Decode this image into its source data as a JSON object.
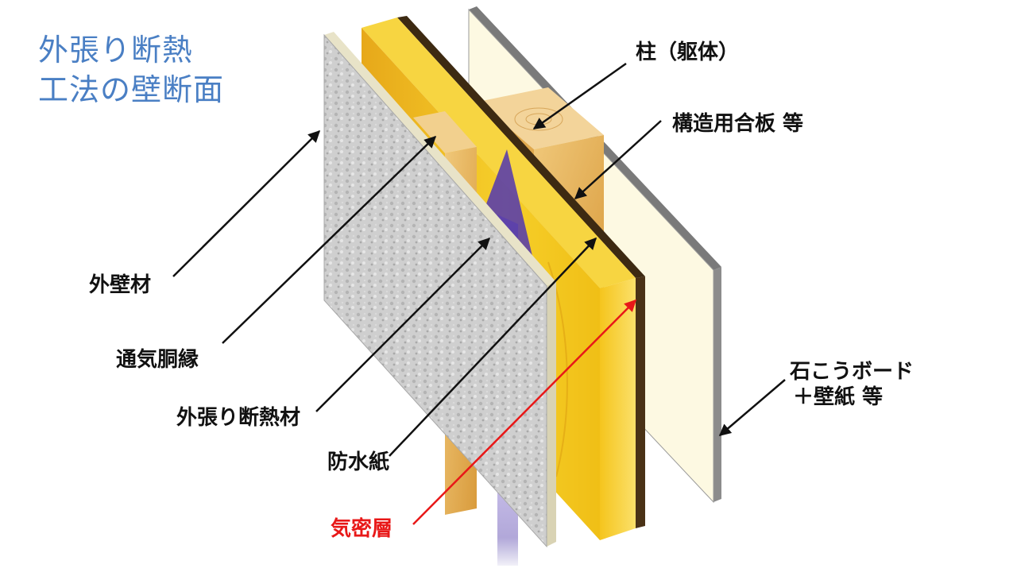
{
  "title": {
    "line1": "外張り断熱",
    "line2": "工法の壁断面"
  },
  "labels": {
    "pillar": "柱（躯体）",
    "plywood": "構造用合板 等",
    "exterior_wall": "外壁材",
    "furring": "通気胴縁",
    "insulation": "外張り断熱材",
    "waterproof": "防水紙",
    "airtight": "気密層",
    "gypsum_line1": "石こうボード",
    "gypsum_line2": "＋壁紙 等"
  },
  "colors": {
    "title": "#4a7fc4",
    "label": "#111111",
    "airtight": "#e81818",
    "insulation": "#f2c21a",
    "airflow_arrow": "#5b3fa8",
    "exterior_wall": "#c9c9c9",
    "gypsum_board": "#fdf9e2",
    "wood": "#e6b45c"
  }
}
